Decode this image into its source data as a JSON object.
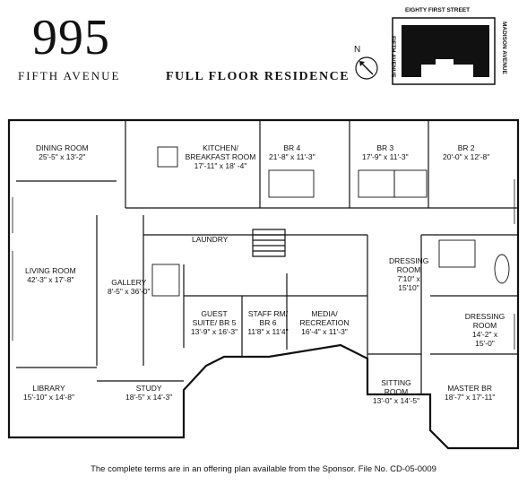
{
  "header": {
    "number": "995",
    "address": "FIFTH AVENUE",
    "title": "FULL FLOOR RESIDENCE"
  },
  "keymap": {
    "street_top": "EIGHTY FIRST STREET",
    "street_left": "FIFTH AVENUE",
    "street_right": "MADISON AVENUE",
    "north": "N"
  },
  "rooms": [
    {
      "name": "DINING ROOM",
      "dims": "25'-5\" x 13'-2\""
    },
    {
      "name": "KITCHEN/ BREAKFAST ROOM",
      "dims": "17'-11\" x 18' -4\""
    },
    {
      "name": "BR 4",
      "dims": "21'-8\" x 11'-3\""
    },
    {
      "name": "BR 3",
      "dims": "17'-9\" x 11'-3\""
    },
    {
      "name": "BR 2",
      "dims": "20'-0\" x 12'-8\""
    },
    {
      "name": "LAUNDRY",
      "dims": ""
    },
    {
      "name": "LIVING ROOM",
      "dims": "42'-3\" x 17'-8\""
    },
    {
      "name": "GALLERY",
      "dims": "8'-5\" x 36'-0\""
    },
    {
      "name": "GUEST SUITE/ BR 5",
      "dims": "13'-9\" x 16'-3\""
    },
    {
      "name": "STAFF RM/ BR 6",
      "dims": "11'8\" x 11'4\""
    },
    {
      "name": "MEDIA/ RECREATION",
      "dims": "16'-4\" x 11'-3\""
    },
    {
      "name": "DRESSING ROOM",
      "dims": "7'10\" x 15'10\""
    },
    {
      "name": "DRESSING ROOM",
      "dims": "14'-2\" x 15'-0\""
    },
    {
      "name": "LIBRARY",
      "dims": "15'-10\" x 14'-8\""
    },
    {
      "name": "STUDY",
      "dims": "18'-5\" x 14'-3\""
    },
    {
      "name": "SITTING ROOM",
      "dims": "13'-0\" x 14'-5\""
    },
    {
      "name": "MASTER BR",
      "dims": "18'-7\" x 17'-11\""
    }
  ],
  "footer": "The complete terms are in an offering plan available from the Sponsor. File No. CD-05-0009"
}
